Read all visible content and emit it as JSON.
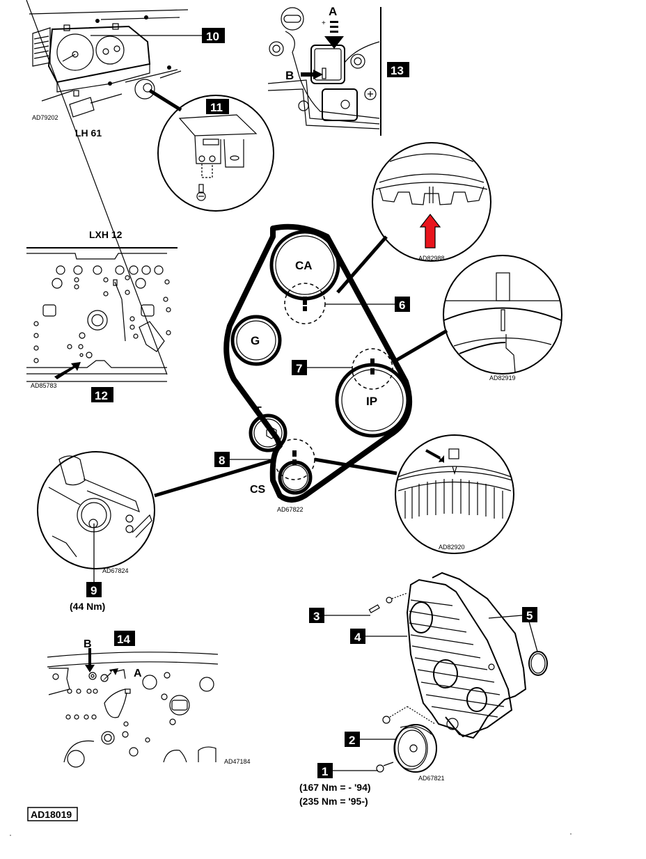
{
  "document": {
    "figure_id": "AD18019",
    "title": "Timing belt components and timing marks"
  },
  "callouts": [
    {
      "number": "1",
      "torque": [
        "(167 Nm = - '94)",
        "(235 Nm = '95-)"
      ]
    },
    {
      "number": "2"
    },
    {
      "number": "3"
    },
    {
      "number": "4"
    },
    {
      "number": "5"
    },
    {
      "number": "6"
    },
    {
      "number": "7"
    },
    {
      "number": "8"
    },
    {
      "number": "9",
      "torque": "(44 Nm)"
    },
    {
      "number": "10"
    },
    {
      "number": "11"
    },
    {
      "number": "12"
    },
    {
      "number": "13"
    },
    {
      "number": "14"
    }
  ],
  "panels": {
    "instrument_panel": {
      "ref": "AD79202",
      "caption": "LH 61"
    },
    "fuse_box_lxh": {
      "ref": "AD85783",
      "caption": "LXH 12"
    },
    "connector_13": {
      "arrow_a": "A",
      "arrow_b": "B"
    },
    "camshaft_mark_detail": {
      "ref": "AD82988",
      "arrow_color": "#e8141c"
    },
    "pump_mark_detail": {
      "ref": "AD82919"
    },
    "crank_mark_detail": {
      "ref": "AD82920"
    },
    "belt_layout": {
      "ref": "AD67822",
      "pulleys": [
        "CA",
        "G",
        "IP",
        "T",
        "CS"
      ]
    },
    "tensioner_detail": {
      "ref": "AD67824"
    },
    "fuse_box_14": {
      "ref": "AD47184",
      "arrow_a": "A",
      "arrow_b": "B"
    },
    "cover_exploded": {
      "ref": "AD67821"
    }
  }
}
